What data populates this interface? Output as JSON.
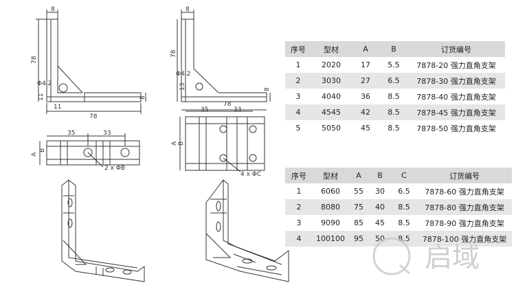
{
  "drawing1": {
    "dims": {
      "top": "8",
      "left": "78",
      "hole": "Φ4.2",
      "foot": "11",
      "base": "78",
      "right": "8"
    },
    "side": {
      "d1": "35",
      "d2": "33",
      "a": "A",
      "b": "B",
      "holes": "2 x ΦB"
    }
  },
  "drawing2": {
    "dims": {
      "top": "8",
      "left": "78",
      "hole": "Φ4.2",
      "foot": "13",
      "base": "78",
      "right": "8"
    },
    "side": {
      "d1": "35",
      "d2": "33",
      "a": "A",
      "b": "B",
      "holes": "4 x ΦC"
    }
  },
  "table1": {
    "headers": [
      "序号",
      "型材",
      "A",
      "B",
      "订货编号"
    ],
    "rows": [
      [
        "1",
        "2020",
        "17",
        "5.5",
        "7878-20 强力直角支架"
      ],
      [
        "2",
        "3030",
        "27",
        "6.5",
        "7878-30 强力直角支架"
      ],
      [
        "3",
        "4040",
        "36",
        "8.5",
        "7878-40 强力直角支架"
      ],
      [
        "4",
        "4545",
        "42",
        "8.5",
        "7878-45 强力直角支架"
      ],
      [
        "5",
        "5050",
        "45",
        "8.5",
        "7878-50 强力直角支架"
      ]
    ]
  },
  "table2": {
    "headers": [
      "序号",
      "型材",
      "A",
      "B",
      "C",
      "订货编号"
    ],
    "rows": [
      [
        "1",
        "6060",
        "55",
        "30",
        "6.5",
        "7878-60 强力直角支架"
      ],
      [
        "2",
        "8080",
        "75",
        "40",
        "8.5",
        "7878-80 强力直角支架"
      ],
      [
        "3",
        "9090",
        "85",
        "45",
        "8.5",
        "7878-90 强力直角支架"
      ],
      [
        "4",
        "100100",
        "95",
        "50",
        "8.5",
        "7878-100 强力直角支架"
      ]
    ]
  },
  "watermark": {
    "text": "启域"
  }
}
